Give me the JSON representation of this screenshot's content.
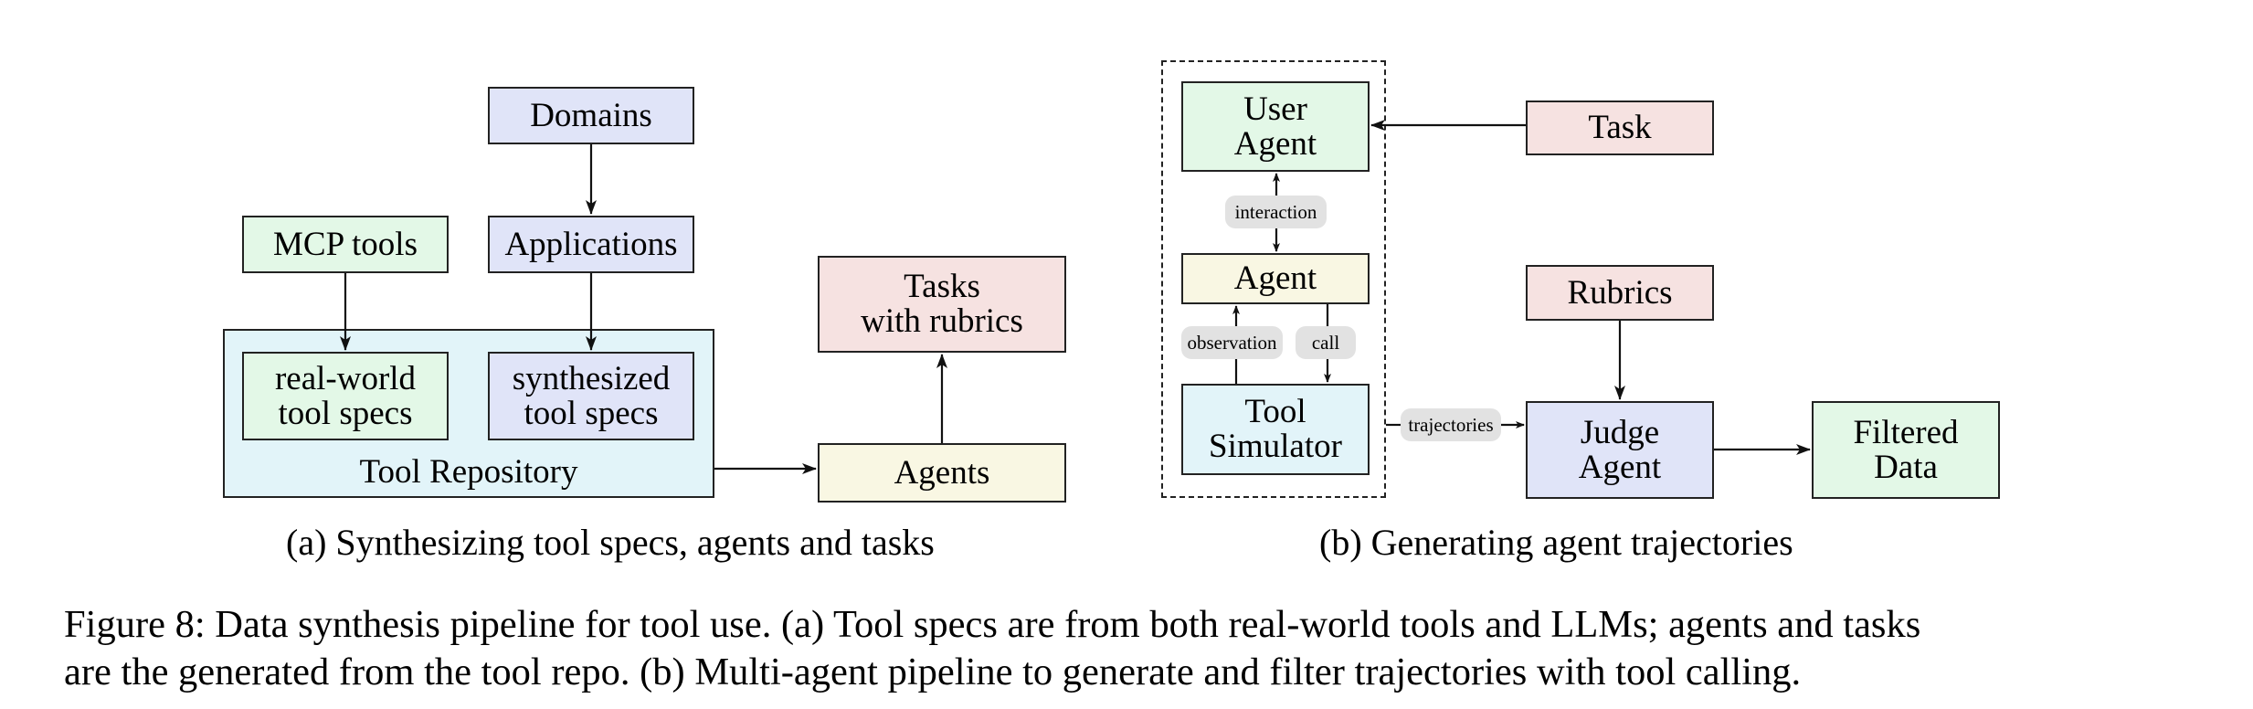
{
  "panel_a": {
    "nodes": {
      "domains": "Domains",
      "applications": "Applications",
      "mcp_tools": "MCP tools",
      "real_world_specs": "real-world\ntool specs",
      "synthesized_specs": "synthesized\ntool specs",
      "tool_repository": "Tool Repository",
      "tasks": "Tasks\nwith rubrics",
      "agents": "Agents"
    },
    "subcaption": "(a) Synthesizing tool specs, agents and tasks"
  },
  "panel_b": {
    "nodes": {
      "user_agent": "User\nAgent",
      "agent": "Agent",
      "tool_simulator": "Tool\nSimulator",
      "task": "Task",
      "rubrics": "Rubrics",
      "judge_agent": "Judge\nAgent",
      "filtered_data": "Filtered\nData"
    },
    "edge_labels": {
      "interaction": "interaction",
      "observation": "observation",
      "call": "call",
      "trajectories": "trajectories"
    },
    "subcaption": "(b) Generating agent trajectories"
  },
  "caption": {
    "line1": "Figure 8: Data synthesis pipeline for tool use. (a) Tool specs are from both real-world tools and LLMs; agents and tasks",
    "line2": "are the generated from the tool repo. (b) Multi-agent pipeline to generate and filter trajectories with tool calling."
  },
  "colors": {
    "green": "#e3f8e7",
    "lavender": "#e0e4f8",
    "pink": "#f6e2e1",
    "yellow": "#f9f7e3",
    "light_blue": "#e2f4f9",
    "label_pill": "#e2e2e2"
  }
}
